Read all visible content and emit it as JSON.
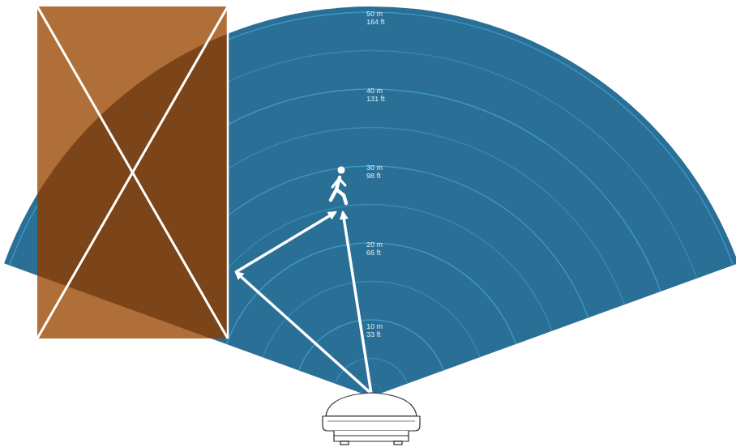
{
  "diagram": {
    "labels": [
      "50 m",
      "164 ft",
      "40 m",
      "131 ft",
      "30 m",
      "98 ft",
      "20 m",
      "66 ft",
      "10 m",
      "33 ft"
    ]
  }
}
